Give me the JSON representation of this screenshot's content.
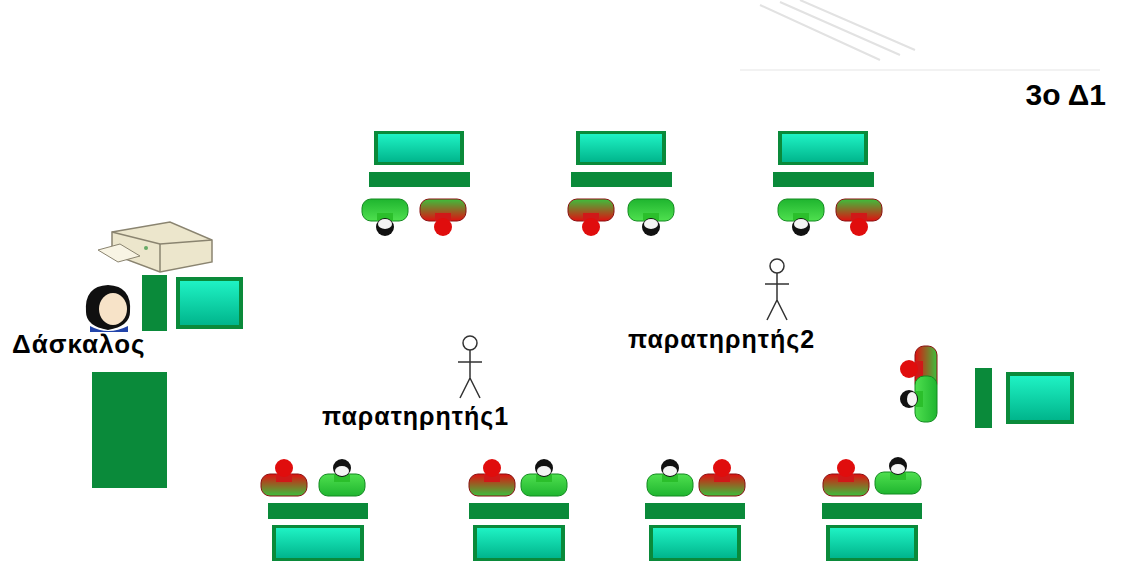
{
  "diagram": {
    "title": "3ο Δ1",
    "labels": [
      "Δάσκαλος",
      "παρατηρητής1",
      "παρατηρητής2"
    ]
  }
}
